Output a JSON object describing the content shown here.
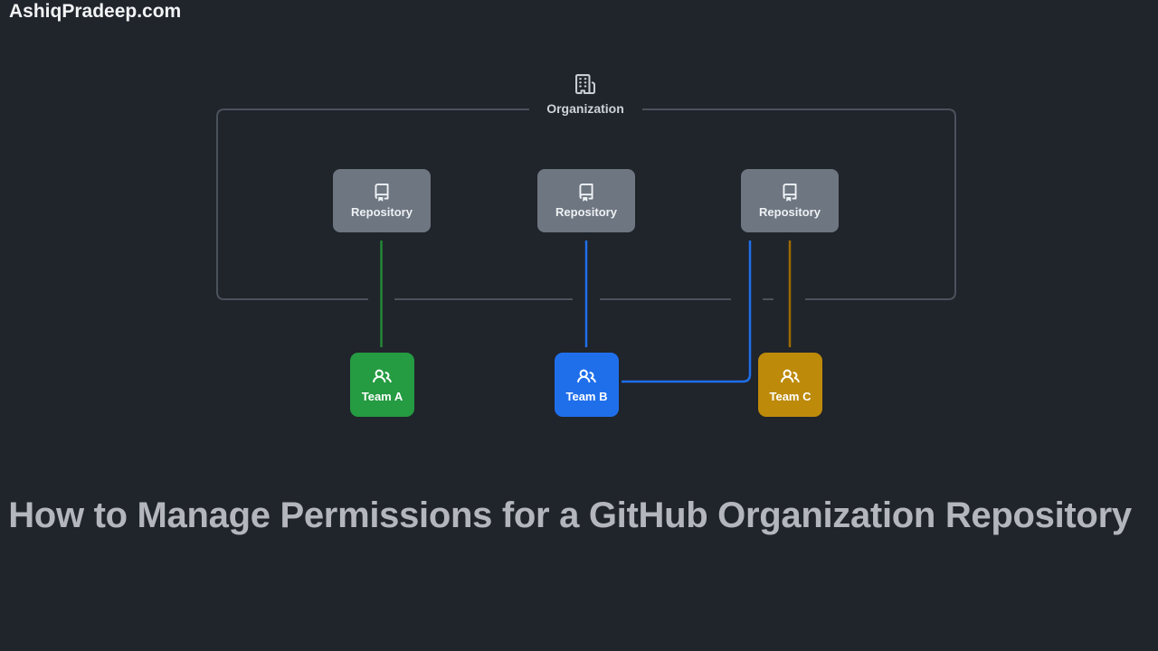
{
  "site": {
    "watermark": "AshiqPradeep.com"
  },
  "heading": {
    "text": "How to Manage Permissions for a GitHub Organization Repository"
  },
  "diagram": {
    "organization": {
      "label": "Organization",
      "icon": "organization-building-icon",
      "border_color": "#4a525c"
    },
    "repositories": [
      {
        "label": "Repository",
        "icon": "repo-book-icon",
        "color": "#6e7681"
      },
      {
        "label": "Repository",
        "icon": "repo-book-icon",
        "color": "#6e7681"
      },
      {
        "label": "Repository",
        "icon": "repo-book-icon",
        "color": "#6e7681"
      }
    ],
    "teams": [
      {
        "label": "Team A",
        "icon": "people-icon",
        "color": "#259b42",
        "line_color": "#238636"
      },
      {
        "label": "Team B",
        "icon": "people-icon",
        "color": "#1f6feb",
        "line_color": "#1f6feb"
      },
      {
        "label": "Team C",
        "icon": "people-icon",
        "color": "#bd8a0a",
        "line_color": "#9e6a03"
      }
    ],
    "connections": [
      {
        "from": "repository-1",
        "to": "team-a"
      },
      {
        "from": "repository-2",
        "to": "team-b"
      },
      {
        "from": "repository-3",
        "to": "team-b"
      },
      {
        "from": "repository-3",
        "to": "team-c"
      }
    ]
  },
  "colors": {
    "background": "#20242b",
    "heading_text": "#b4b6bd",
    "watermark_text": "#f2f3f5"
  }
}
